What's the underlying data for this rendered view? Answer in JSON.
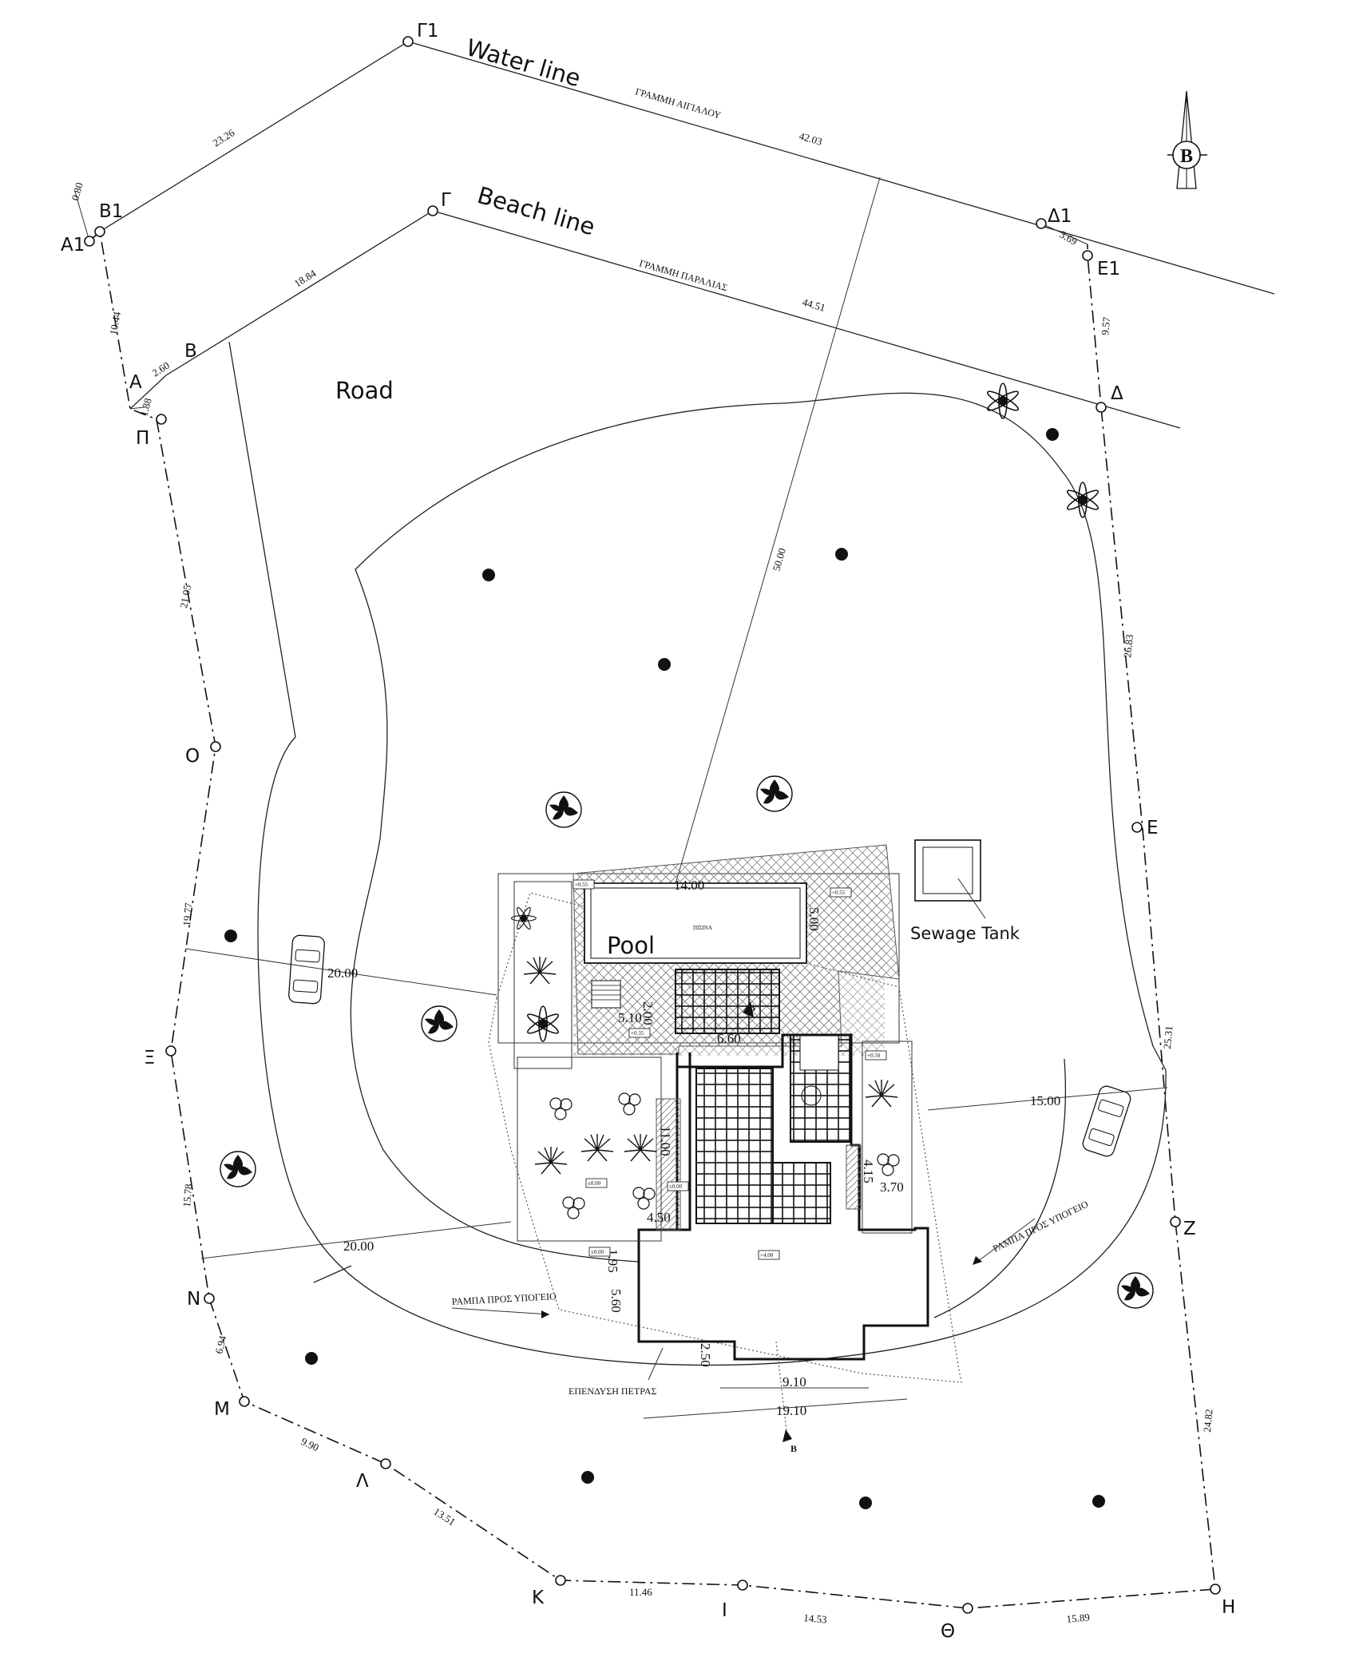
{
  "points": {
    "A1": "Α1",
    "B1": "Β1",
    "G1": "Γ1",
    "D1": "Δ1",
    "E1_pt": "Ε1",
    "A": "Α",
    "B": "Β",
    "G": "Γ",
    "D": "Δ",
    "E": "Ε",
    "Z": "Ζ",
    "H": "Η",
    "TH": "Θ",
    "I": "Ι",
    "K": "Κ",
    "L": "Λ",
    "M": "Μ",
    "N": "Ν",
    "X": "Ξ",
    "O": "Ο",
    "P": "Π"
  },
  "labels": {
    "water_line": "Water line",
    "water_line_gr": "ΓΡΑΜΜΗ ΑΙΓΙΑΛΟΥ",
    "beach_line": "Beach line",
    "beach_line_gr": "ΓΡΑΜΜΗ ΠΑΡΑΛΙΑΣ",
    "road": "Road",
    "pool": "Pool",
    "pool_gr": "ΠΙΣΙΝΑ",
    "sewage_tank": "Sewage Tank",
    "ramp_left": "ΡΑΜΠΑ ΠΡΟΣ ΥΠΟΓΕΙΟ",
    "ramp_right": "ΡΑΜΠΑ ΠΡΟΣ ΥΠΟΓΕΙΟ",
    "stone_cladding": "ΕΠΕΝΔΥΣΗ ΠΕΤΡΑΣ",
    "north": "Β",
    "section_top": "Β",
    "section_bottom": "Β"
  },
  "dims": {
    "a1_b1": "0.80",
    "b1_g1": "23.26",
    "g1_d1": "42.03",
    "d1_e1": "3.69",
    "a1_a": "10.44",
    "a_b": "2.60",
    "b_g": "18.84",
    "g_d": "44.51",
    "e1_d": "9.57",
    "a_p": "1.88",
    "p_o": "21.05",
    "d_e": "26.83",
    "o_x": "19.77",
    "e_z": "25.31",
    "x_n": "15.78",
    "n_m": "6.94",
    "z_h": "24.82",
    "m_l": "9.90",
    "l_k": "13.51",
    "k_i": "11.46",
    "i_th": "14.53",
    "th_h": "15.89",
    "axis": "50.00",
    "pool_len": "14.00",
    "pool_wid": "5.00",
    "d_200": "2.00",
    "d_510": "5.10",
    "d_660": "6.60",
    "d_1100": "11.00",
    "d_450": "4.50",
    "d_415": "4.15",
    "d_370": "3.70",
    "d_195": "1.95",
    "d_560": "5.60",
    "d_250": "2.50",
    "d_910": "9.10",
    "d_1910": "19.10",
    "d_2000a": "20.00",
    "d_2000b": "20.00",
    "d_1500": "15.00"
  },
  "levels": {
    "l1": "+0.55",
    "l2": "+0.55",
    "l3": "+0.35",
    "l4": "+0.50",
    "l5": "±0.00",
    "l6": "±0.00",
    "l7": "±0.00",
    "l8": "+4.00"
  }
}
